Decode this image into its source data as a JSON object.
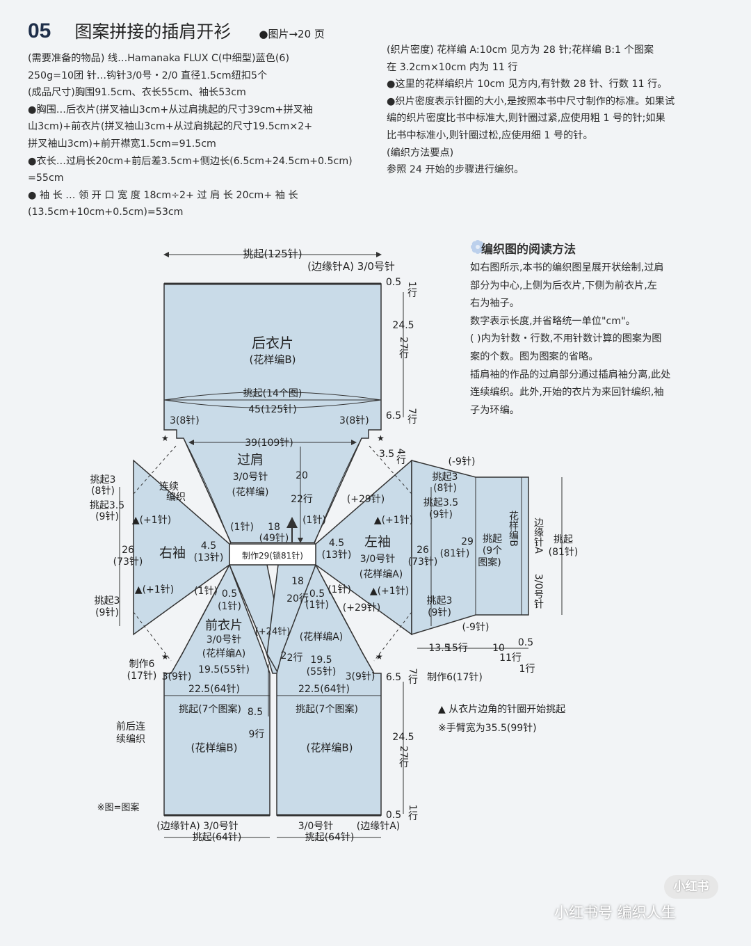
{
  "header": {
    "number": "05",
    "title": "图案拼接的插肩开衫",
    "page_ref": "●图片→20 页"
  },
  "left_column": [
    "(需要准备的物品) 线…Hamanaka  FLUX C(中细型)蓝色(6)",
    "250g=10团  针…钩针3/0号・2/0  直径1.5cm纽扣5个",
    "(成品尺寸)胸围91.5cm、衣长55cm、袖长53cm",
    "●胸围…后衣片(拼叉袖山3cm+从过肩挑起的尺寸39cm+拼叉袖",
    "山3cm)+前衣片(拼叉袖山3cm+从过肩挑起的尺寸19.5cm×2+",
    "拼叉袖山3cm)+前开襟宽1.5cm=91.5cm",
    "●衣长…过肩长20cm+前后差3.5cm+侧边长(6.5cm+24.5cm+0.5cm)",
    "=55cm",
    "● 袖 长 … 领 开 口 宽 度 18cm÷2+ 过 肩 长 20cm+ 袖 长",
    "(13.5cm+10cm+0.5cm)=53cm"
  ],
  "right_column": [
    "(织片密度)  花样编 A:10cm 见方为 28 针;花样编 B:1 个图案",
    "在 3.2cm×10cm 内为 11 行",
    "●这里的花样编织片 10cm 见方内,有针数 28 针、行数 11 行。",
    "●织片密度表示针圈的大小,是按照本书中尺寸制作的标准。如果试",
    "编的织片密度比书中标准大,则针圈过紧,应使用粗 1 号的针;如果",
    "比书中标准小,则针圈过松,应使用细 1 号的针。",
    "(编织方法要点)",
    "参照 24 开始的步骤进行编织。"
  ],
  "reading": {
    "title": "编织图的阅读方法",
    "lines": [
      "如右图所示,本书的编织图呈展开状绘制,过肩",
      "部分为中心,上侧为后衣片,下侧为前衣片,左",
      "右为袖子。",
      "数字表示长度,并省略统一单位\"cm\"。",
      "( )内为针数・行数,不用针数计算的图案为图",
      "案的个数。图为图案的省略。",
      "插肩袖的作品的过肩部分通过插肩袖分离,此处",
      "连续编织。此外,开始的衣片为来回针编织,袖",
      "子为环编。"
    ]
  },
  "diagram": {
    "labels": {
      "back_pickup_top": "挑起(125针)",
      "edge_a_top": "(边缘针A) 3/0号针",
      "back_title": "后衣片",
      "back_pattern": "(花样编B)",
      "back_pickup_14": "挑起(14个图)",
      "back_45": "45(125针)",
      "left_3_8": "3(8针)",
      "right_3_8": "3(8针)",
      "yoke_39": "39(109针)",
      "yoke_title": "过肩",
      "yoke_needle": "3/0号针",
      "yoke_pattern": "(花样编)",
      "yoke_20": "20",
      "yoke_22rows": "22行",
      "neck_18": "18",
      "neck_49": "(49针)",
      "neck_make": "制作29(锁81针)",
      "one_st_a": "(1针)",
      "one_st_b": "(1针)",
      "one_st_c": "(1针)",
      "one_st_d": "(1针)",
      "one_st_e": "(1针)",
      "one_st_f": "(1针)",
      "continuous": "连续",
      "knit": "编织",
      "rs_pick3": "挑起3",
      "rs_pick3_8": "(8针)",
      "rs_pick35": "挑起3.5",
      "rs_pick35_9": "(9针)",
      "rs_inc1_top": "▲(+1针)",
      "rs_26": "26",
      "rs_73": "(73针)",
      "rs_title": "右袖",
      "rs_45": "4.5",
      "rs_13": "(13针)",
      "rs_inc1_bot": "▲(+1针)",
      "rs_pick3b": "挑起3",
      "rs_pick3b_9": "(9针)",
      "ls_minus9_top": "(-9针)",
      "ls_pick3": "挑起3",
      "ls_pick3_8": "(8针)",
      "ls_pick35": "挑起3.5",
      "ls_pick35_9": "(9针)",
      "ls_plus29_top": "(+29针)",
      "ls_inc1_top": "▲(+1针)",
      "ls_45": "4.5",
      "ls_13": "(13针)",
      "ls_title": "左袖",
      "ls_needle": "3/0号针",
      "ls_pattern": "(花样编A)",
      "ls_26": "26",
      "ls_73": "(73针)",
      "ls_29": "29",
      "ls_81": "(81针)",
      "ls_pick9": "挑起",
      "ls_pick9b": "(9个",
      "ls_pick9c": "图案)",
      "ls_patB": "花样编B",
      "ls_inc1_bot": "▲(+1针)",
      "ls_plus29_bot": "(+29针)",
      "ls_pick3b": "挑起3",
      "ls_pick3b_9": "(9针)",
      "ls_minus9_bot": "(-9针)",
      "cuff_edge": "边缘针A",
      "cuff_needle": "3/0号针",
      "cuff_pick": "挑起",
      "cuff_81": "(81针)",
      "sl_135": "13.5",
      "sl_15": "15行",
      "sl_10": "10",
      "sl_11": "11行",
      "sl_05": "0.5",
      "sl_1": "1行",
      "front_title": "前衣片",
      "front_needle": "3/0号针",
      "front_pattern": "(花样编A)",
      "front_pattern_r": "(花样编A)",
      "f_05a": "0.5",
      "f_05b": "0.5",
      "f_18": "18",
      "f_20": "20行",
      "f_plus24": "(+24针)",
      "f_2": "2",
      "f_2rows": "2行",
      "l_make6": "制作6",
      "l_make6_17": "(17针)",
      "r_make6": "制作6(17针)",
      "l_3_9": "3(9针)",
      "r_3_9": "3(9针)",
      "l_195": "19.5(55针)",
      "r_195": "19.5",
      "r_195b": "(55针)",
      "l_225": "22.5(64针)",
      "r_225": "22.5(64针)",
      "l_pick7": "挑起(7个图案)",
      "r_pick7": "挑起(7个图案)",
      "l_85": "8.5",
      "l_9rows": "9行",
      "l_front_cont1": "前后连",
      "l_front_cont2": "续编织",
      "l_patB": "(花样编B)",
      "r_patB": "(花样编B)",
      "legend_note": "※图=图案",
      "bl_edge": "(边缘针A) 3/0号针",
      "bl_pick": "挑起(64针)",
      "br_needle": "3/0号针",
      "br_edge": "(边缘针A)",
      "br_pick": "挑起(64针)",
      "v_05_top": "0.5",
      "v_1row_top": "1行",
      "v_245": "24.5",
      "v_27": "27行",
      "v_65": "6.5",
      "v_7": "7行",
      "v_35": "3.5",
      "v_4": "4行",
      "v_65b": "6.5",
      "v_7b": "7行",
      "v_245b": "24.5",
      "v_27b": "27行",
      "v_05b": "0.5",
      "v_1b": "1行",
      "note1": "▲ 从衣片边角的针圈开始挑起",
      "note2": "※手臂宽为35.5(99针)"
    }
  },
  "watermark": {
    "badge": "小红书",
    "caption": "小红书号 编织人生"
  },
  "colors": {
    "fabric": "#c9dbe8",
    "line": "#333333",
    "accent": "#c7398b",
    "title_num": "#1f2f4a"
  }
}
